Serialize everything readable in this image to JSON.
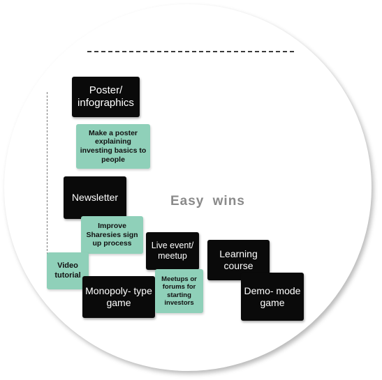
{
  "label": "Easy wins",
  "cards": {
    "poster": "Poster/ infographics",
    "make_poster": "Make a poster explaining investing basics to people",
    "newsletter": "Newsletter",
    "improve_signup": "Improve Sharesies sign up process",
    "video_tutorial": "Video tutorial",
    "monopoly": "Monopoly- type game",
    "live_event": "Live event/ meetup",
    "meetups_forums": "Meetups or forums for starting investors",
    "learning_course": "Learning course",
    "demo_mode": "Demo- mode game"
  },
  "colors": {
    "idea_card": "#0a0a0a",
    "suggestion_card": "#8fd0b9",
    "label_text": "#8a8a8a"
  }
}
